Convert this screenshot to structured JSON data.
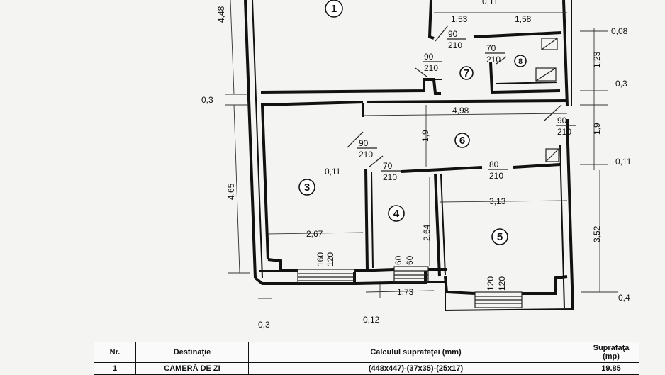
{
  "plan": {
    "dims": {
      "d448": "4,48",
      "d03a": "0,3",
      "d465": "4,65",
      "d03b": "0,3",
      "d012": "0,12",
      "d153": "1,53",
      "d158": "1,58",
      "d011top": "0,11",
      "d008": "0,08",
      "d123": "1,23",
      "d03c": "0,3",
      "d498": "4,98",
      "d19a": "1,9",
      "d19b": "1,9",
      "d011r": "0,11",
      "d011l": "0,11",
      "d267": "2,67",
      "d264": "2,64",
      "d313": "3,13",
      "d352": "3,52",
      "d173": "1,73",
      "d04": "0,4"
    },
    "doors": [
      {
        "w": "90",
        "h": "210"
      },
      {
        "w": "90",
        "h": "210"
      },
      {
        "w": "70",
        "h": "210"
      },
      {
        "w": "90",
        "h": "210"
      },
      {
        "w": "90",
        "h": "210"
      },
      {
        "w": "70",
        "h": "210"
      },
      {
        "w": "80",
        "h": "210"
      }
    ],
    "windows": [
      {
        "a": "160",
        "b": "120"
      },
      {
        "a": "60",
        "b": "60"
      },
      {
        "a": "120",
        "b": "120"
      }
    ],
    "rooms": [
      "1",
      "3",
      "4",
      "5",
      "6",
      "7",
      "8"
    ]
  },
  "table": {
    "headers": {
      "nr": "Nr.",
      "dest": "Destinaţie",
      "calc": "Calculul suprafeţei (mm)",
      "supr": "Suprafaţa (mp)"
    },
    "rows": [
      {
        "nr": "1",
        "dest": "CAMERĂ DE ZI",
        "calc": "(448x447)-(37x35)-(25x17)",
        "supr": "19.85"
      }
    ]
  }
}
